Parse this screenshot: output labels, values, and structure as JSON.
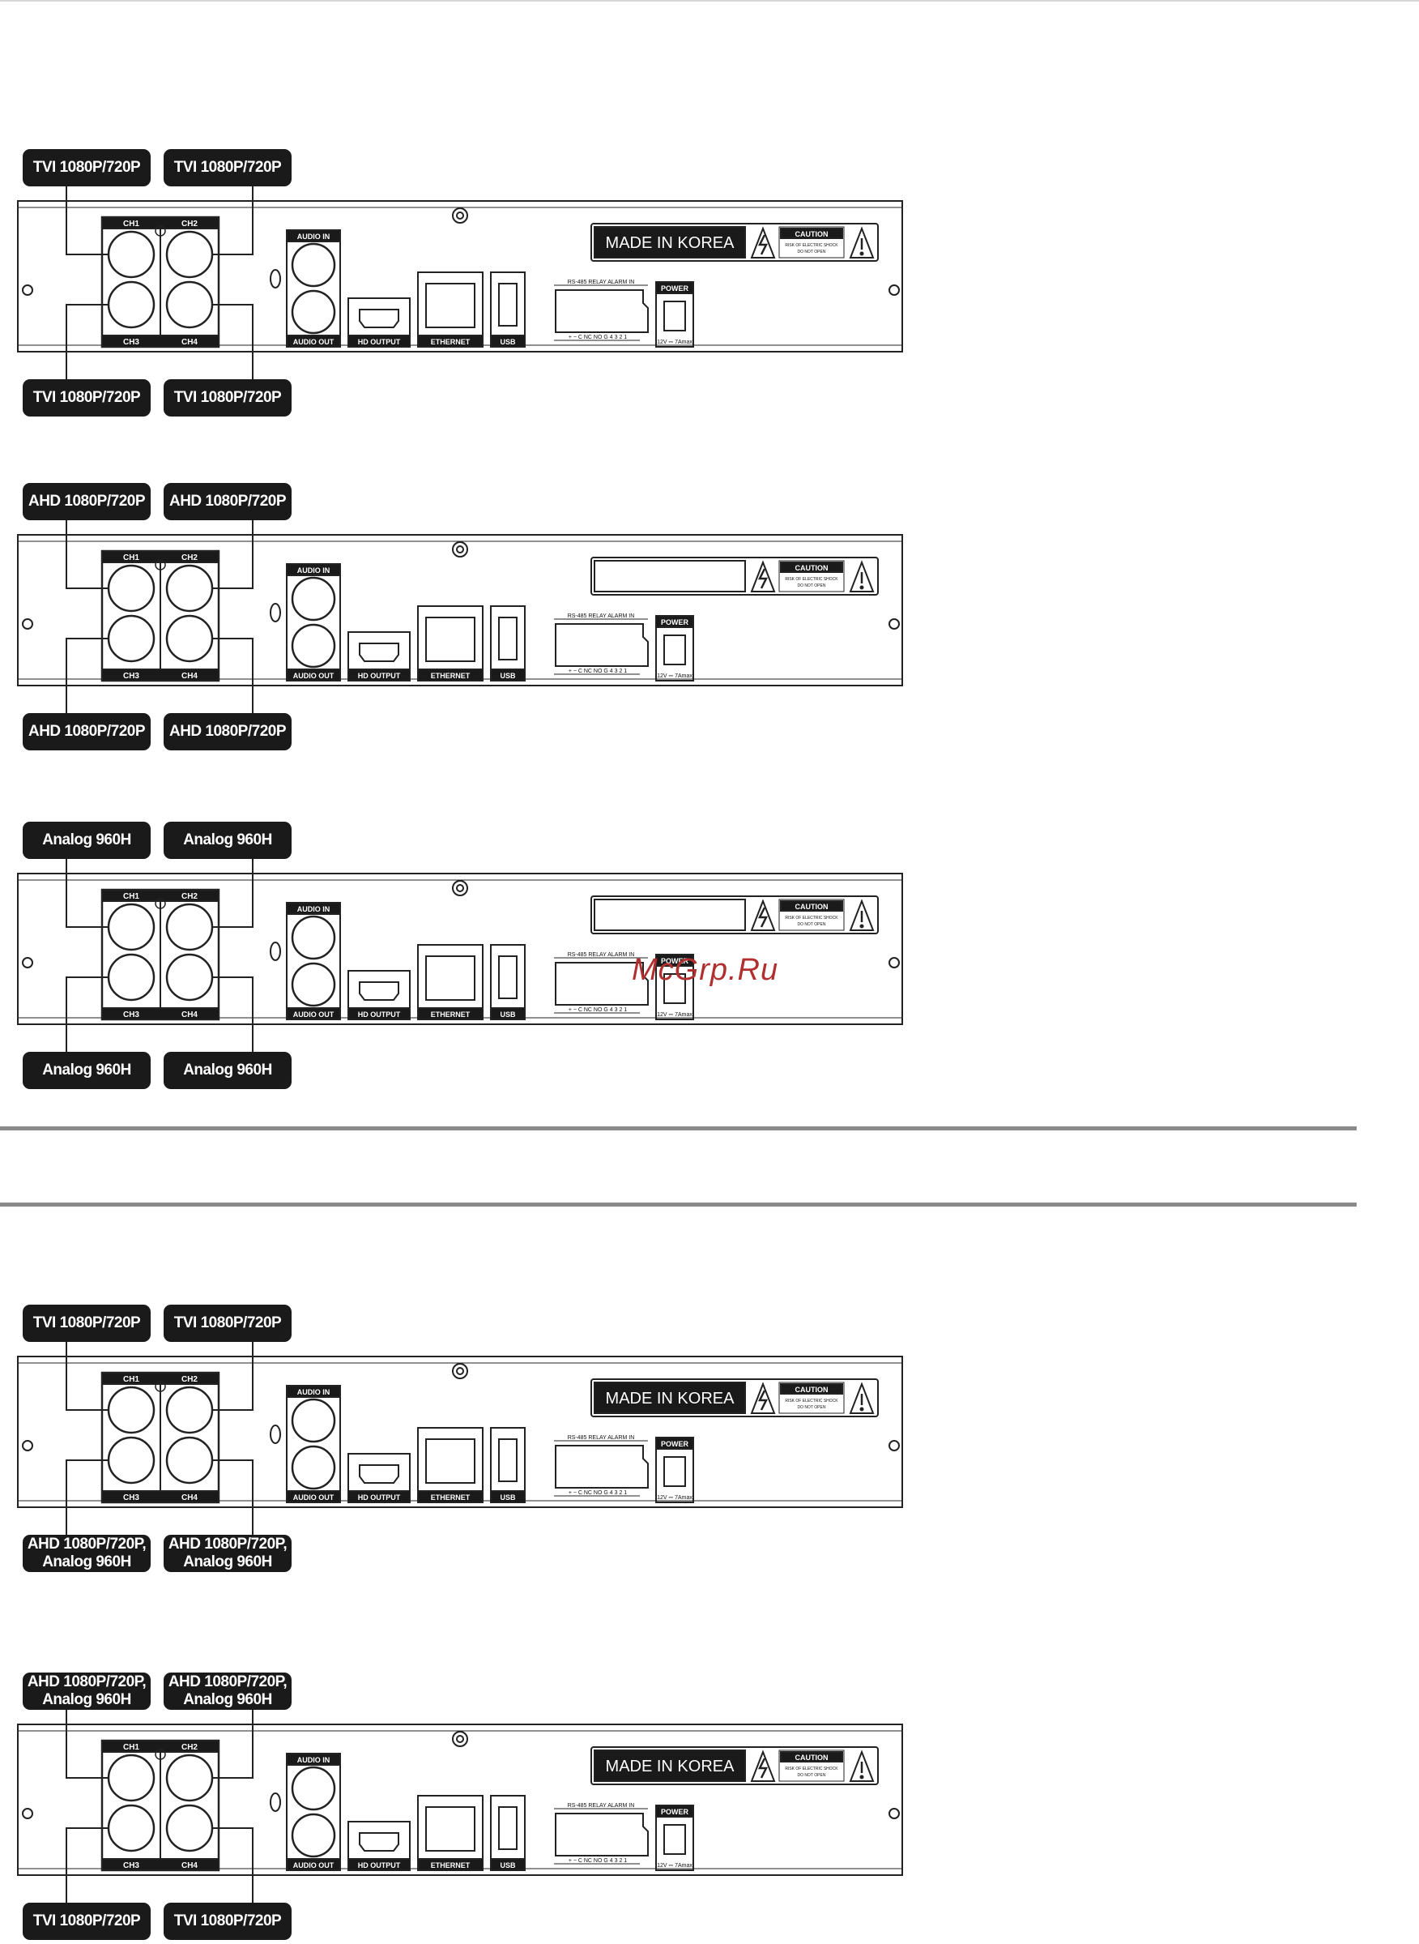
{
  "panel": {
    "ch1": "CH1",
    "ch2": "CH2",
    "ch3": "CH3",
    "ch4": "CH4",
    "audio_in": "AUDIO IN",
    "audio_out": "AUDIO OUT",
    "hd_output": "HD OUTPUT",
    "ethernet": "ETHERNET",
    "usb": "USB",
    "terminal_header": "RS-485   RELAY     ALARM IN",
    "terminal_pins": "+  −  C NC NO G  4  3  2  1",
    "power": "POWER",
    "power_rating": "12V ⎓ 7Amax",
    "made_in": "MADE IN KOREA",
    "caution": "CAUTION",
    "caution_text_1": "RISK OF ELECTRIC SHOCK",
    "caution_text_2": "DO NOT OPEN"
  },
  "figures": [
    {
      "labels": [
        "TVI 1080P/720P",
        "TVI 1080P/720P",
        "TVI 1080P/720P",
        "TVI 1080P/720P"
      ],
      "show_made_in": true
    },
    {
      "labels": [
        "AHD 1080P/720P",
        "AHD 1080P/720P",
        "AHD 1080P/720P",
        "AHD 1080P/720P"
      ],
      "show_made_in": false
    },
    {
      "labels": [
        "Analog 960H",
        "Analog 960H",
        "Analog 960H",
        "Analog 960H"
      ],
      "show_made_in": false
    },
    {
      "labels": [
        "TVI 1080P/720P",
        "TVI 1080P/720P",
        "AHD 1080P/720P,\nAnalog 960H",
        "AHD 1080P/720P,\nAnalog 960H"
      ],
      "show_made_in": true
    },
    {
      "labels": [
        "AHD 1080P/720P,\nAnalog 960H",
        "AHD 1080P/720P,\nAnalog 960H",
        "TVI 1080P/720P",
        "TVI 1080P/720P"
      ],
      "show_made_in": true
    }
  ],
  "watermark": "McGrp.Ru"
}
